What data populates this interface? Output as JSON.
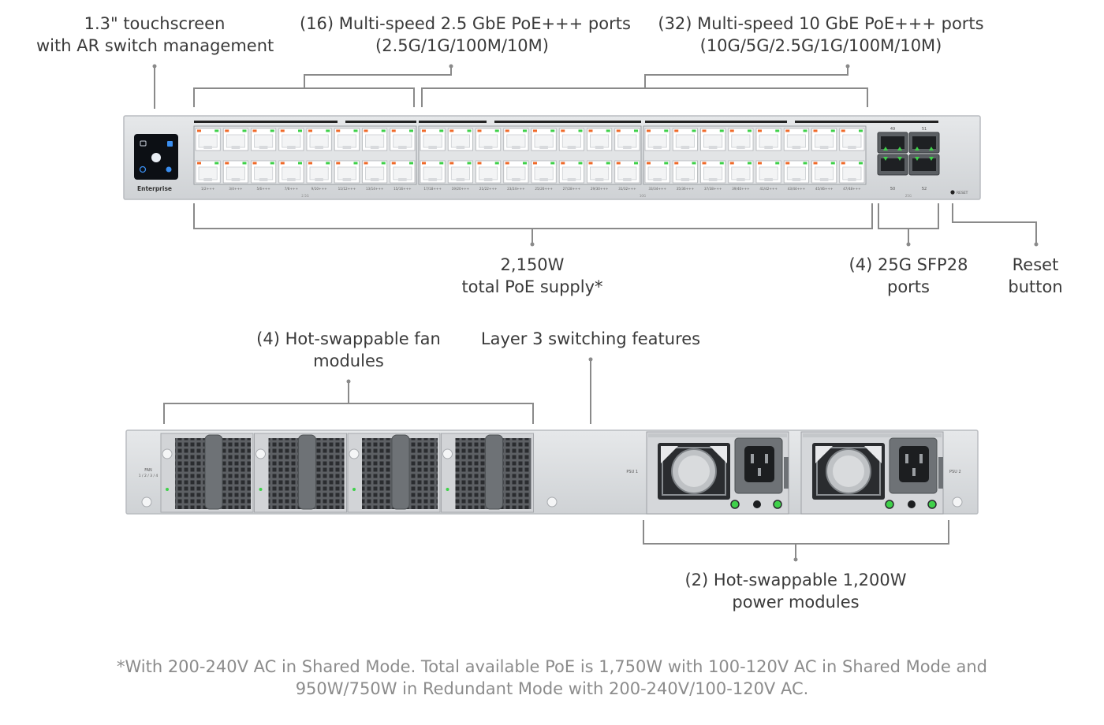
{
  "colors": {
    "chassis": "#d9dbde",
    "chassis_edge": "#b9bcc0",
    "port_frame": "#ffffff",
    "led_green": "#3fd14a",
    "led_orange": "#f06a2a",
    "led_blue": "#3a8ef0",
    "callout_line": "#8a8a8a",
    "footnote_text": "#8c8c8c"
  },
  "front_panel": {
    "brand_label": "Enterprise",
    "sfp_numbers": [
      "49",
      "51",
      "50",
      "52"
    ],
    "reset_label": "RESET",
    "port_group_labels": [
      "2.5G",
      "10G",
      "25G"
    ],
    "port_pair_labels": [
      "1/2",
      "3/4",
      "5/6",
      "7/8",
      "9/10",
      "11/12",
      "13/14",
      "15/16",
      "17/18",
      "19/20",
      "21/22",
      "23/24",
      "25/26",
      "27/28",
      "29/30",
      "31/32",
      "33/34",
      "35/36",
      "37/38",
      "39/40",
      "41/42",
      "43/44",
      "45/46",
      "47/48"
    ],
    "port_pair_suffix": "+++"
  },
  "rear_panel": {
    "fan_label_line1": "FAN",
    "fan_label_line2": "1 / 2 / 3 / 4",
    "psu1_label": "PSU 1",
    "psu2_label": "PSU 2"
  },
  "callouts": {
    "touchscreen": [
      "1.3\" touchscreen",
      "with AR switch management"
    ],
    "ports_2_5g": [
      "(16) Multi-speed 2.5 GbE PoE+++ ports",
      "(2.5G/1G/100M/10M)"
    ],
    "ports_10g": [
      "(32) Multi-speed 10 GbE PoE+++ ports",
      "(10G/5G/2.5G/1G/100M/10M)"
    ],
    "poe_supply": [
      "2,150W",
      "total PoE supply*"
    ],
    "sfp28": [
      "(4) 25G SFP28",
      "ports"
    ],
    "reset": [
      "Reset",
      "button"
    ],
    "fans": [
      "(4) Hot-swappable fan",
      "modules"
    ],
    "layer3": [
      "Layer 3 switching features"
    ],
    "power_modules": [
      "(2) Hot-swappable 1,200W",
      "power modules"
    ]
  },
  "footnote": [
    "*With 200-240V AC in Shared Mode. Total available PoE is 1,750W with 100-120V AC in Shared Mode and",
    "950W/750W in Redundant Mode with 200-240V/100-120V AC."
  ]
}
